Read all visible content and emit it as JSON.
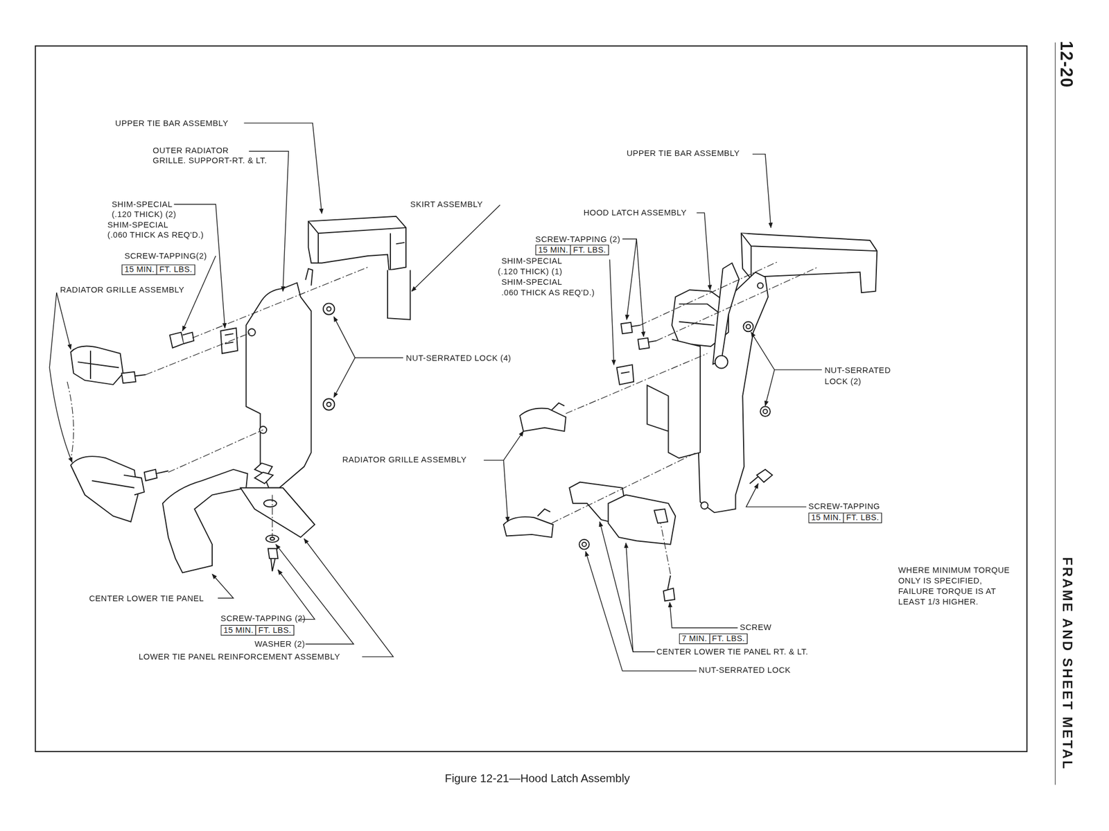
{
  "diagram": {
    "caption": "Figure 12-21—Hood Latch Assembly",
    "nodes": [
      {
        "text": [
          "15 MIN.",
          "FT. LBS."
        ]
      },
      {
        "text": [
          "15 MIN.",
          "FT. LBS."
        ]
      },
      {
        "text": [
          "15 MIN.",
          "FT. LBS."
        ]
      },
      {
        "text": [
          "15 MIN.",
          "FT. LBS."
        ]
      },
      {
        "text": [
          "7 MIN.",
          "FT. LBS."
        ]
      }
    ],
    "labels": [
      "UPPER TIE BAR ASSEMBLY",
      "OUTER RADIATOR",
      "GRILLE. SUPPORT-RT. & LT.",
      "SHIM-SPECIAL",
      "(.120 THICK) (2)",
      "SHIM-SPECIAL",
      "(.060 THICK AS REQ'D.)",
      "SCREW-TAPPING(2)",
      "SKIRT ASSEMBLY",
      "RADIATOR GRILLE ASSEMBLY",
      "NUT-SERRATED LOCK (4)",
      "CENTER LOWER TIE PANEL",
      "SCREW-TAPPING (2)",
      "WASHER (2)",
      "LOWER TIE PANEL REINFORCEMENT ASSEMBLY",
      "UPPER TIE BAR ASSEMBLY",
      "HOOD LATCH ASSEMBLY",
      "SCREW-TAPPING (2)",
      "SHIM-SPECIAL",
      "(.120 THICK) (1)",
      "SHIM-SPECIAL",
      ".060 THICK AS REQ'D.)",
      "NUT-SERRATED",
      "LOCK (2)",
      "RADIATOR GRILLE ASSEMBLY",
      "SCREW-TAPPING",
      "WHERE MINIMUM TORQUE",
      "ONLY IS SPECIFIED,",
      "FAILURE TORQUE IS AT",
      "LEAST 1/3 HIGHER.",
      "SCREW",
      "CENTER LOWER TIE PANEL RT. & LT.",
      "NUT-SERRATED LOCK",
      "12-20",
      "FRAME AND SHEET METAL"
    ]
  }
}
